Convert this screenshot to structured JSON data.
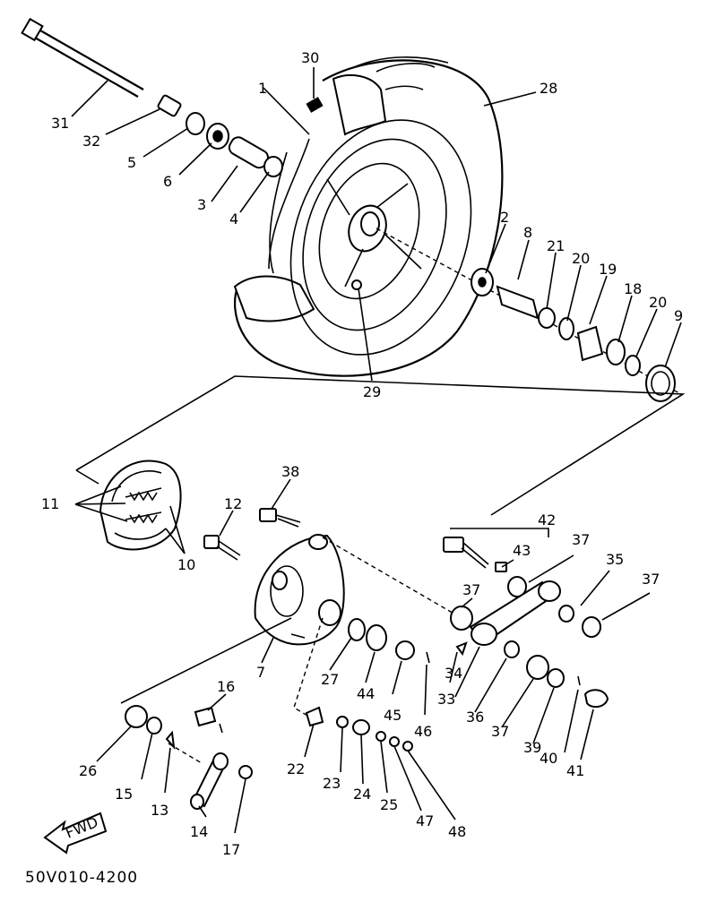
{
  "diagram": {
    "code": "50V010-4200",
    "fwd_label": "FWD",
    "callouts": {
      "c1": "1",
      "c2": "2",
      "c3": "3",
      "c4": "4",
      "c5": "5",
      "c6": "6",
      "c7": "7",
      "c8": "8",
      "c9": "9",
      "c10": "10",
      "c11": "11",
      "c12": "12",
      "c13": "13",
      "c14": "14",
      "c15": "15",
      "c16": "16",
      "c17": "17",
      "c18": "18",
      "c19": "19",
      "c20a": "20",
      "c20b": "20",
      "c21": "21",
      "c22": "22",
      "c23": "23",
      "c24": "24",
      "c25": "25",
      "c26": "26",
      "c27": "27",
      "c28": "28",
      "c29": "29",
      "c30": "30",
      "c31": "31",
      "c32": "32",
      "c33": "33",
      "c34": "34",
      "c35": "35",
      "c36": "36",
      "c37a": "37",
      "c37b": "37",
      "c37c": "37",
      "c37d": "37",
      "c38": "38",
      "c39": "39",
      "c40": "40",
      "c41": "41",
      "c42": "42",
      "c43": "43",
      "c44": "44",
      "c45": "45",
      "c46": "46",
      "c47": "47",
      "c48": "48"
    }
  }
}
